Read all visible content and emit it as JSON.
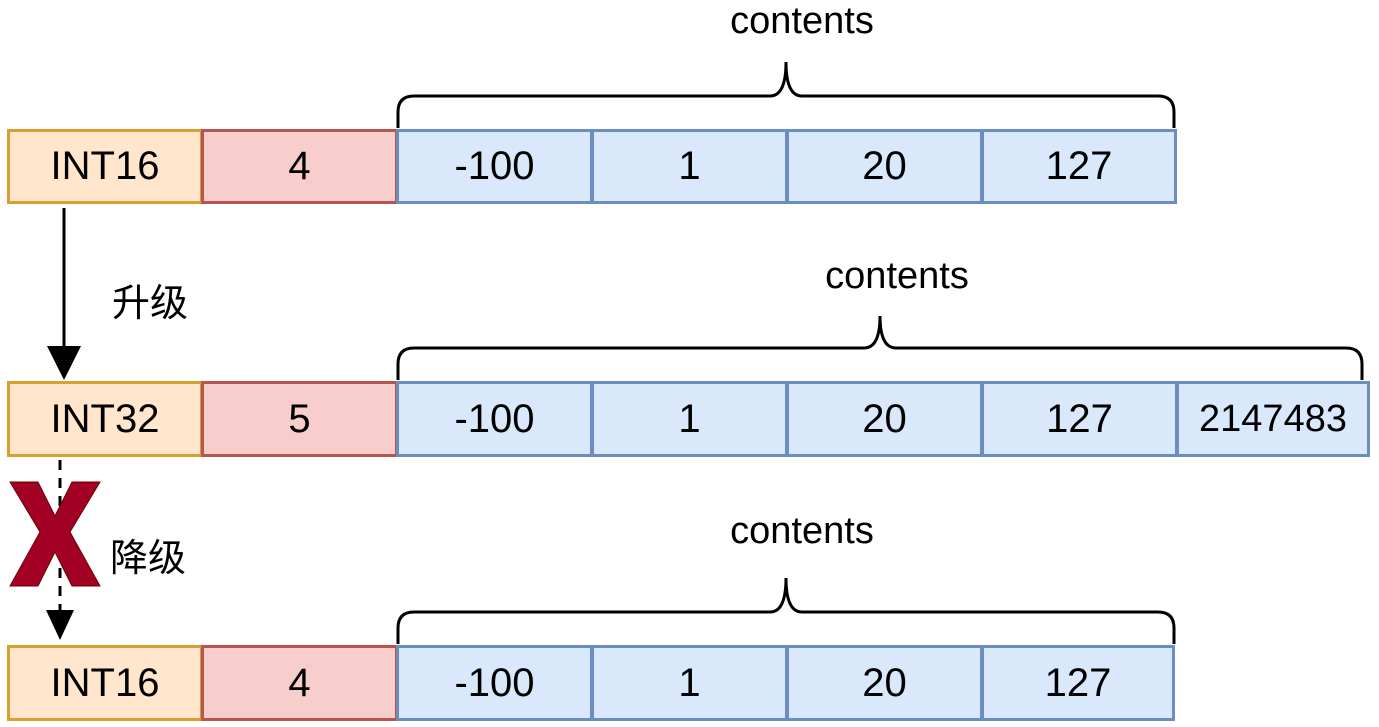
{
  "contents_label": "contents",
  "upgrade_label": "升级",
  "downgrade_label": "降级",
  "rows": [
    {
      "encoding": "INT16",
      "length": "4",
      "items": [
        "-100",
        "1",
        "20",
        "127"
      ]
    },
    {
      "encoding": "INT32",
      "length": "5",
      "items": [
        "-100",
        "1",
        "20",
        "127",
        "2147483"
      ]
    },
    {
      "encoding": "INT16",
      "length": "4",
      "items": [
        "-100",
        "1",
        "20",
        "127"
      ]
    }
  ],
  "colors": {
    "encoding_fill": "#ffe6cc",
    "encoding_border": "#d6a12d",
    "length_fill": "#f8cecc",
    "length_border": "#b85450",
    "item_fill": "#dae8fc",
    "item_border": "#6c8ebf",
    "cross": "#a20025"
  },
  "icons": {
    "downgrade_marker": "x-cross-icon"
  }
}
